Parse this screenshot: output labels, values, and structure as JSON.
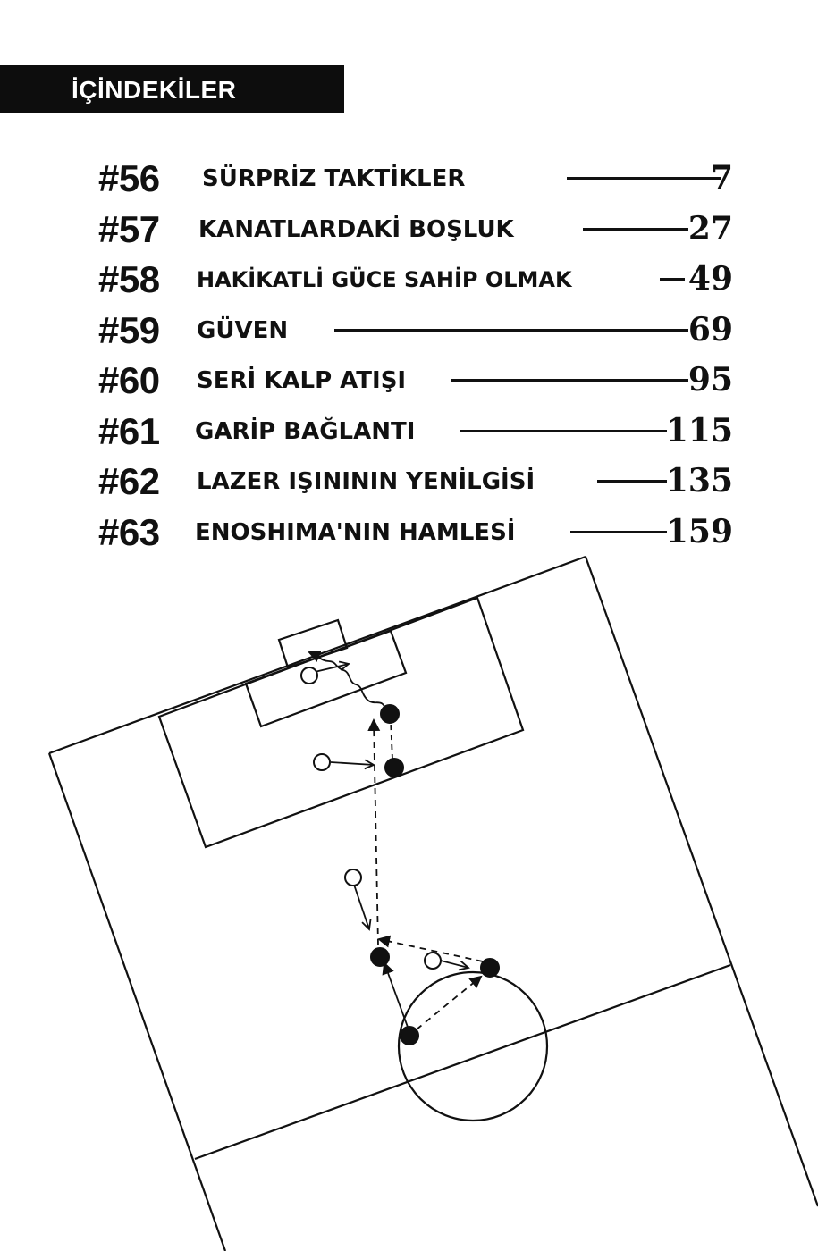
{
  "header": {
    "title": "İÇİNDEKİLER"
  },
  "toc": [
    {
      "number": "#56",
      "title": "SÜRPRİZ TAKTİKLER",
      "page": "7"
    },
    {
      "number": "#57",
      "title": "KANATLARDAKİ BOŞLUK",
      "page": "27"
    },
    {
      "number": "#58",
      "title": "HAKİKATLİ GÜCE SAHİP OLMAK",
      "page": "49"
    },
    {
      "number": "#59",
      "title": "GÜVEN",
      "page": "69"
    },
    {
      "number": "#60",
      "title": "SERİ KALP ATIŞI",
      "page": "95"
    },
    {
      "number": "#61",
      "title": "GARİP BAĞLANTI",
      "page": "115"
    },
    {
      "number": "#62",
      "title": "LAZER IŞINININ YENİLGİSİ",
      "page": "135"
    },
    {
      "number": "#63",
      "title": "ENOSHIMA'NIN HAMLESİ",
      "page": "159"
    }
  ]
}
